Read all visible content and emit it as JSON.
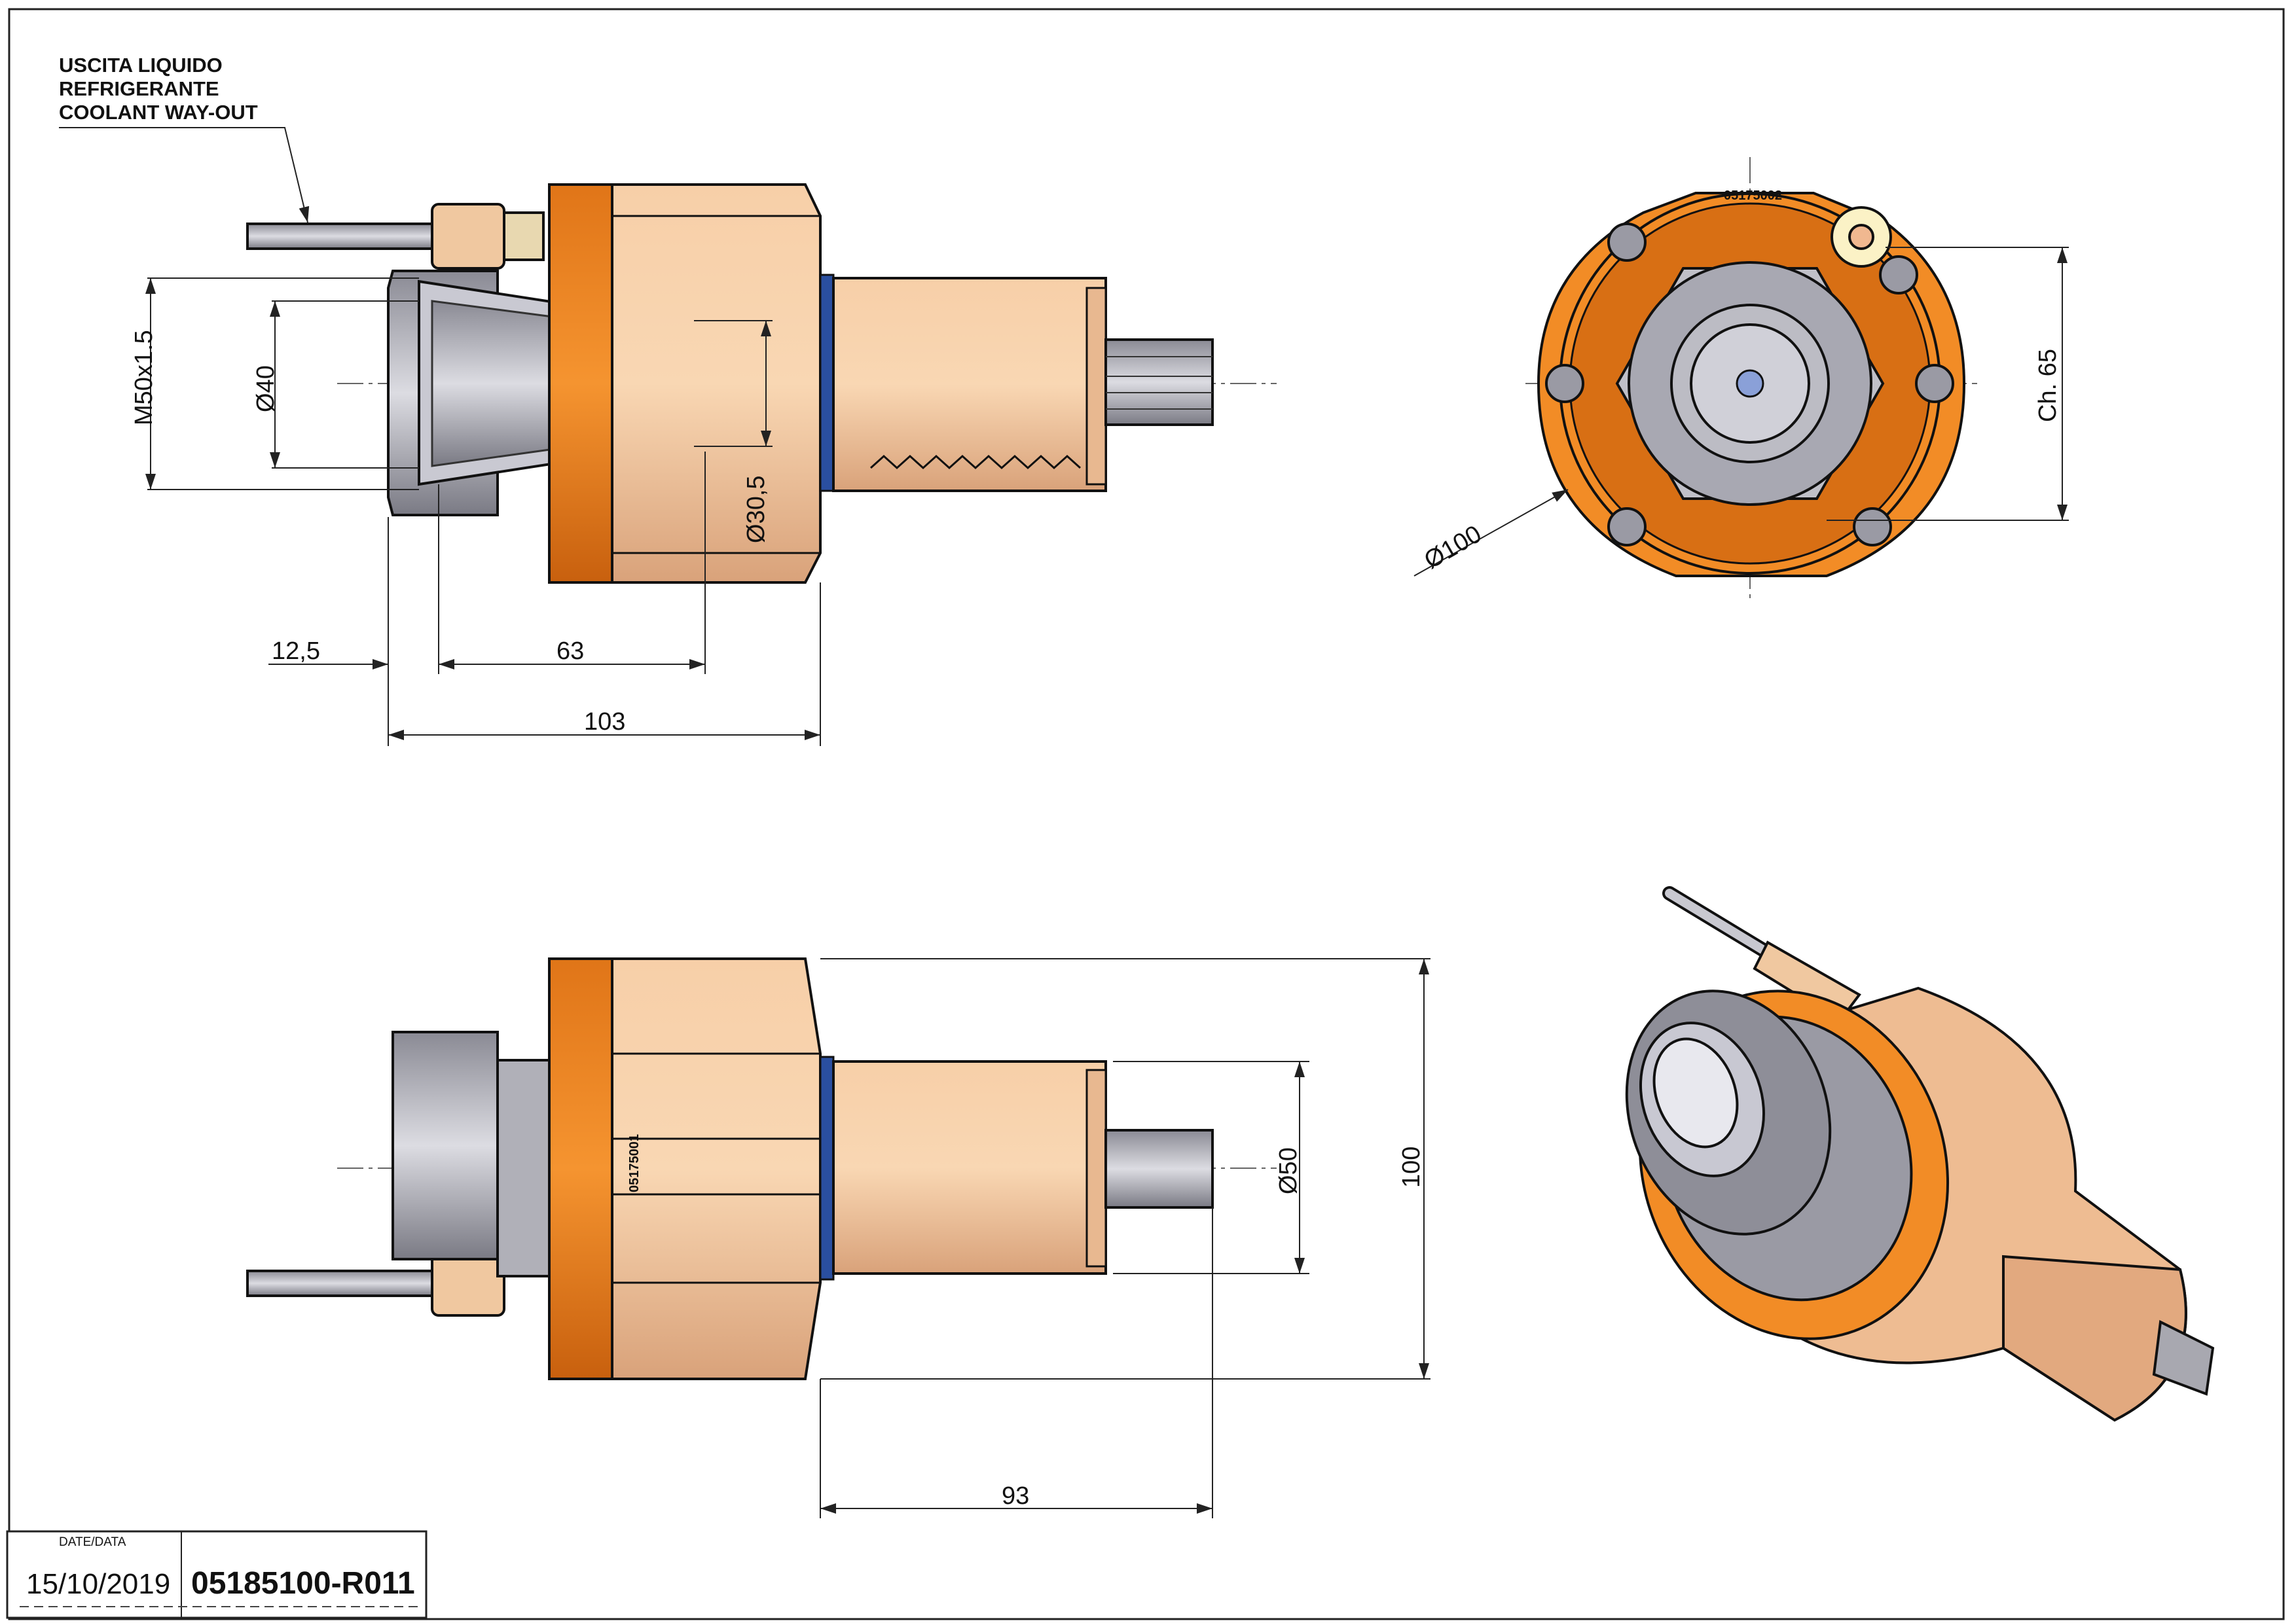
{
  "callout": {
    "line1": "USCITA LIQUIDO",
    "line2": "REFRIGERANTE",
    "line3": "COOLANT WAY-OUT"
  },
  "dimensions": {
    "thread": "M50x1.5",
    "dia_40": "Ø40",
    "dia_30_5": "Ø30,5",
    "len_12_5": "12,5",
    "len_63": "63",
    "len_103": "103",
    "dia_100": "Ø100",
    "hex_65": "Ch. 65",
    "dia_50": "Ø50",
    "height_100": "100",
    "len_93": "93"
  },
  "part_marks": {
    "front_view": "05175002",
    "side_view": "05175001"
  },
  "title_block": {
    "date_label": "DATE/DATA",
    "date": "15/10/2019",
    "drawing_number": "05185100-R011"
  },
  "colors": {
    "flange": "#f08a24",
    "body": "#f3c49a",
    "steel": "#b8b8c0",
    "outline": "#111111"
  }
}
